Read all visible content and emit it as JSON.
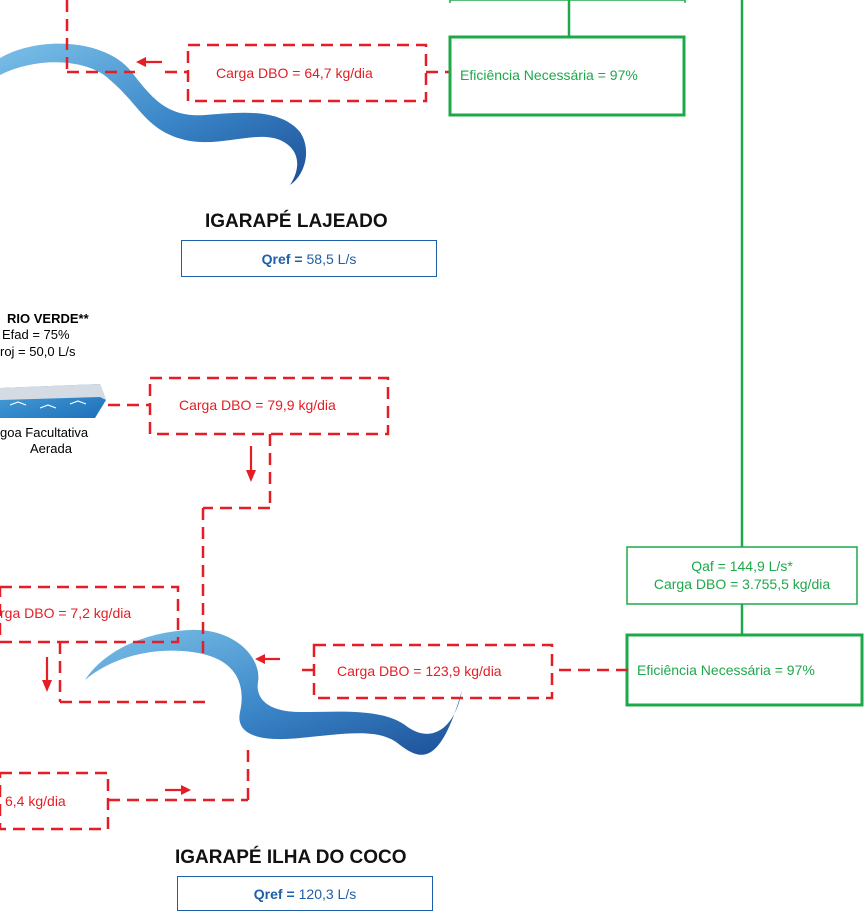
{
  "top_section": {
    "carga_dbo": "Carga DBO = 64,7 kg/dia",
    "eficiencia": "Eficiência Necessária = 97%",
    "river_name": "IGARAPÉ LAJEADO",
    "qref_label": "Qref =",
    "qref_value": "58,5 L/s"
  },
  "rio_verde": {
    "title": "RIO VERDE**",
    "efad": "Efad = 75%",
    "qproj": "roj = 50,0 L/s",
    "lagoa_line1": "goa Facultativa",
    "lagoa_line2": "Aerada",
    "carga_dbo": "Carga DBO = 79,9 kg/dia"
  },
  "right_section": {
    "qaf": "Qaf = 144,9 L/s*",
    "carga_dbo": "Carga DBO = 3.755,5 kg/dia",
    "eficiencia": "Eficiência Necessária = 97%"
  },
  "bottom_section": {
    "carga_left": "rga DBO = 7,2 kg/dia",
    "carga_mid": "Carga DBO = 123,9 kg/dia",
    "carga_bottom": "6,4 kg/dia",
    "river_name": "IGARAPÉ ILHA DO COCO",
    "qref_label": "Qref =",
    "qref_value": "120,3 L/s"
  },
  "colors": {
    "red": "#e31e24",
    "green": "#1fa84a",
    "blue": "#1f5fa8",
    "river_light": "#6fb2de",
    "river_dark": "#1d4f98"
  }
}
